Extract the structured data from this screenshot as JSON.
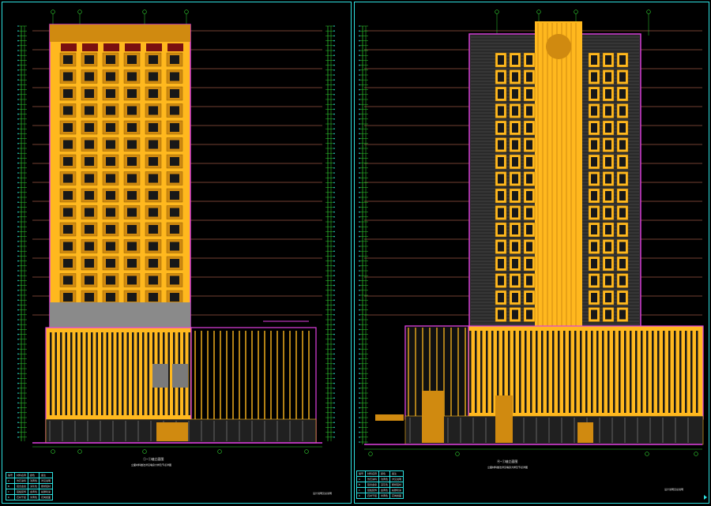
{
  "colors": {
    "facade": "#ffb81e",
    "facade_dark": "#d08a10",
    "outline": "#e040e0",
    "grid": "#ff9070",
    "dim": "#2ee0e0",
    "level": "#30d030",
    "window": "#181818",
    "cap_red": "#7a1010",
    "background": "#000000"
  },
  "left_sheet": {
    "title": "①—①轴立面图",
    "subtitle": "立面材料做法详见墙身大样及节点详图",
    "note": "设计说明见总说明",
    "schedule": [
      [
        "编号",
        "材料名称",
        "颜色",
        "备注"
      ],
      [
        "A",
        "仿石涂料",
        "浅黄色",
        "详见说明"
      ],
      [
        "B",
        "铝合金窗",
        "深灰色",
        "断桥铝材"
      ],
      [
        "C",
        "铝板装饰",
        "金黄色",
        "氟碳喷涂"
      ],
      [
        "D",
        "石材干挂",
        "米黄色",
        "花岗岩面"
      ]
    ]
  },
  "right_sheet": {
    "title": "④—①轴立面图",
    "subtitle": "立面材料做法详见墙身大样及节点详图",
    "note": "设计说明见总说明",
    "schedule": [
      [
        "编号",
        "材料名称",
        "颜色",
        "备注"
      ],
      [
        "A",
        "仿石涂料",
        "浅黄色",
        "详见说明"
      ],
      [
        "B",
        "铝合金窗",
        "深灰色",
        "断桥铝材"
      ],
      [
        "C",
        "铝板装饰",
        "金黄色",
        "氟碳喷涂"
      ],
      [
        "D",
        "石材干挂",
        "米黄色",
        "花岗岩面"
      ]
    ]
  }
}
